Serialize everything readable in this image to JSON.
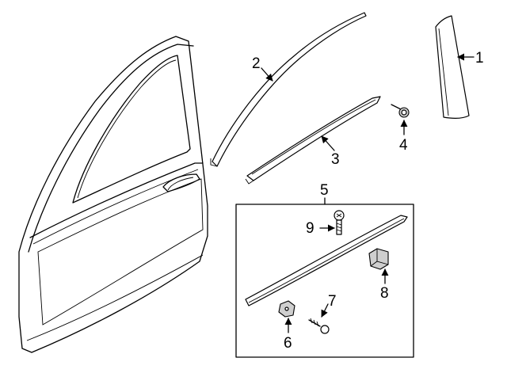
{
  "callouts": [
    {
      "id": "1",
      "label": "1"
    },
    {
      "id": "2",
      "label": "2"
    },
    {
      "id": "3",
      "label": "3"
    },
    {
      "id": "4",
      "label": "4"
    },
    {
      "id": "5",
      "label": "5"
    },
    {
      "id": "6",
      "label": "6"
    },
    {
      "id": "7",
      "label": "7"
    },
    {
      "id": "8",
      "label": "8"
    },
    {
      "id": "9",
      "label": "9"
    }
  ],
  "colors": {
    "line": "#000000",
    "background": "#ffffff",
    "part_shade": "#cfcfcf"
  }
}
